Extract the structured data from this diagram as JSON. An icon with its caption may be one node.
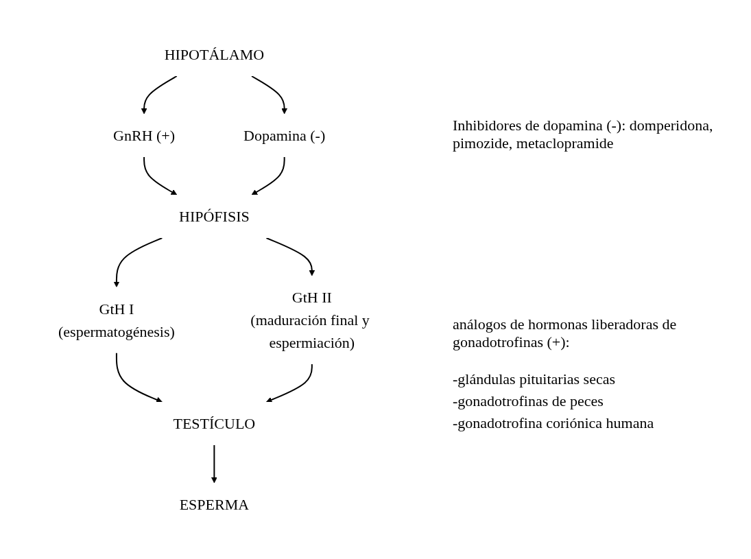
{
  "diagram": {
    "nodes": [
      {
        "text": [
          "HIPOTÁLAMO"
        ]
      },
      {
        "text": [
          "GnRH (+)"
        ]
      },
      {
        "text": [
          "Dopamina (-)"
        ]
      },
      {
        "text": [
          "HIPÓFISIS"
        ]
      },
      {
        "text": [
          "GtH I",
          "(espermatogénesis)"
        ]
      },
      {
        "text": [
          "GtH II",
          "(maduración final y espermiación)"
        ]
      },
      {
        "text": [
          "TESTÍCULO"
        ]
      },
      {
        "text": [
          "ESPERMA"
        ]
      }
    ],
    "edges": [
      {
        "from": 0,
        "to": 1,
        "arrow": "to"
      },
      {
        "from": 0,
        "to": 2,
        "arrow": "to"
      },
      {
        "from": 1,
        "to": 3,
        "arrow": "to"
      },
      {
        "from": 2,
        "to": 3,
        "arrow": "to"
      },
      {
        "from": 3,
        "to": 4,
        "arrow": "to"
      },
      {
        "from": 3,
        "to": 5,
        "arrow": "to"
      },
      {
        "from": 4,
        "to": 6,
        "arrow": "to"
      },
      {
        "from": 5,
        "to": 6,
        "arrow": "to"
      },
      {
        "from": 6,
        "to": 7,
        "arrow": "to"
      }
    ],
    "labels": [
      "Inhibidores de dopamina (-): domperidona, pimozide, metaclopramide",
      "análogos de hormonas liberadoras de gonadotrofinas (+):",
      "-glándulas pituitarias secas",
      "-gonadotrofinas de peces",
      "-gonadotrofina coriónica humana"
    ]
  }
}
